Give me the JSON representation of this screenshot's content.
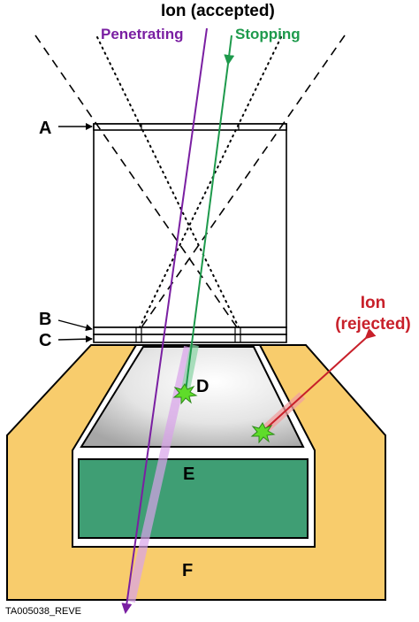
{
  "labels": {
    "ion_accepted": "Ion (accepted)",
    "penetrating": "Penetrating",
    "stopping": "Stopping",
    "ion_rejected_line1": "Ion",
    "ion_rejected_line2": "(rejected)",
    "a": "A",
    "b": "B",
    "c": "C",
    "d": "D",
    "e": "E",
    "f": "F",
    "figure_id": "TA005038_REVE"
  },
  "colors": {
    "penetrating": "#7a1fa2",
    "stopping": "#1e9a4c",
    "rejected": "#c8202a",
    "shield": "#f8cc6c",
    "scintillator": "#3f9e74",
    "outline": "#000000"
  }
}
